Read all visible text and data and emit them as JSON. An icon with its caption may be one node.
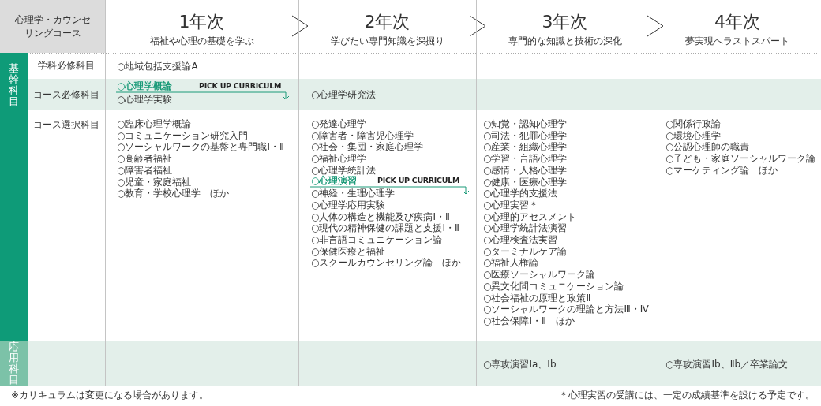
{
  "diagram": {
    "labels": [
      "心理学・カウンセリングコース",
      "1年次",
      "福祉や心理の基礎を学ぶ",
      "2年次",
      "学びたい専門知識を深掘り",
      "3年次",
      "専門的な知識と技術の深化",
      "4年次",
      "夢実現へラストスパート",
      "基幹科目",
      "学科必修科目",
      "○地域包括支援論A",
      "コース必修科目",
      "○心理学概論",
      "PICK UP CURRICULM",
      "○心理学実験",
      "○心理学研究法",
      "コース選択科目",
      "○臨床心理学概論",
      "○コミュニケーション研究入門",
      "○ソーシャルワークの基盤と専門職Ⅰ・Ⅱ",
      "○高齢者福祉",
      "○障害者福祉",
      "○児童・家庭福祉",
      "○教育・学校心理学　ほか",
      "○発達心理学",
      "○障害者・障害児心理学",
      "○社会・集団・家庭心理学",
      "○福祉心理学",
      "○心理学統計法",
      "○心理演習",
      "PICK UP CURRICULM",
      "○神経・生理心理学",
      "○心理学応用実験",
      "○人体の構造と機能及び疾病Ⅰ・Ⅱ",
      "○現代の精神保健の課題と支援Ⅰ・Ⅱ",
      "○非言語コミュニケーション論",
      "○保健医療と福祉",
      "○スクールカウンセリング論　ほか",
      "○知覚・認知心理学",
      "○司法・犯罪心理学",
      "○産業・組織心理学",
      "○学習・言語心理学",
      "○感情・人格心理学",
      "○健康・医療心理学",
      "○心理学的支援法",
      "○心理実習＊",
      "○心理的アセスメント",
      "○心理学統計法演習",
      "○心理検査法実習",
      "○ターミナルケア論",
      "○福祉人権論",
      "○医療ソーシャルワーク論",
      "○異文化間コミュニケーション論",
      "○社会福祉の原理と政策Ⅱ",
      "○ソーシャルワークの理論と方法Ⅲ・Ⅳ",
      "○社会保障Ⅰ・Ⅱ　ほか",
      "○関係行政論",
      "○環境心理学",
      "○公認心理師の職責",
      "○子ども・家庭ソーシャルワーク論",
      "○マーケティング論　ほか",
      "応用科目",
      "○専攻演習Ⅰa、Ⅰb",
      "○専攻演習Ⅰb、Ⅱb／卒業論文",
      "※カリキュラムは変更になる場合があります。",
      "＊心理実習の受講には、一定の成績基準を設ける予定です。"
    ]
  }
}
